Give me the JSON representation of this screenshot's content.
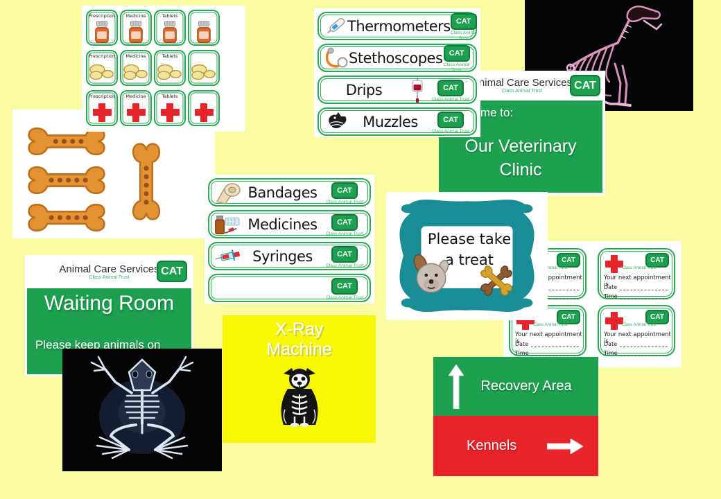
{
  "background_color": "#fbfba2",
  "colors": {
    "green": "#1da150",
    "green_border": "#2aa852",
    "red": "#e8232a",
    "teal": "#1a8e96",
    "xray_card_yellow": "#f8f800",
    "bone_orange": "#e39334",
    "trust_green": "#3cb06a"
  },
  "org": "Animal Care Services",
  "trust": "Class Animal Trust",
  "badge": {
    "label": "CAT"
  },
  "prescription_sheet": {
    "col_labels": [
      "Prescription",
      "Medicine",
      "Tablets",
      ""
    ],
    "row_icons": [
      "pill-bottle",
      "pills",
      "red-cross"
    ]
  },
  "equipment_sheet": {
    "items": [
      {
        "label": "Thermometers",
        "icon": "thermometer"
      },
      {
        "label": "Stethoscopes",
        "icon": "stethoscope"
      },
      {
        "label": "Drips",
        "icon": "iv-drip"
      },
      {
        "label": "Muzzles",
        "icon": "dog-muzzle"
      }
    ]
  },
  "supplies_sheet": {
    "items": [
      {
        "label": "Bandages",
        "icon": "bandage-roll"
      },
      {
        "label": "Medicines",
        "icon": "medicine-bottle"
      },
      {
        "label": "Syringes",
        "icon": "syringe"
      },
      {
        "label": "",
        "icon": ""
      }
    ]
  },
  "vet_clinic_card": {
    "welcome": "Welcome to:",
    "line1": "Our Veterinary",
    "line2": "Clinic"
  },
  "waiting_room_card": {
    "title": "Waiting Room",
    "note": "Please keep animals on"
  },
  "treat_sign": {
    "line1": "Please take",
    "line2": "a treat"
  },
  "appointment_card": {
    "line": "Your next appointment is",
    "date_label": "Date",
    "time_label": "Time"
  },
  "xray_machine": {
    "line1": "X-Ray",
    "line2": "Machine"
  },
  "signs": {
    "recovery": "Recovery Area",
    "kennels": "Kennels"
  },
  "photos": {
    "top_right": "dog-skeleton-xray",
    "bottom_left": "frog-skeleton-xray"
  }
}
